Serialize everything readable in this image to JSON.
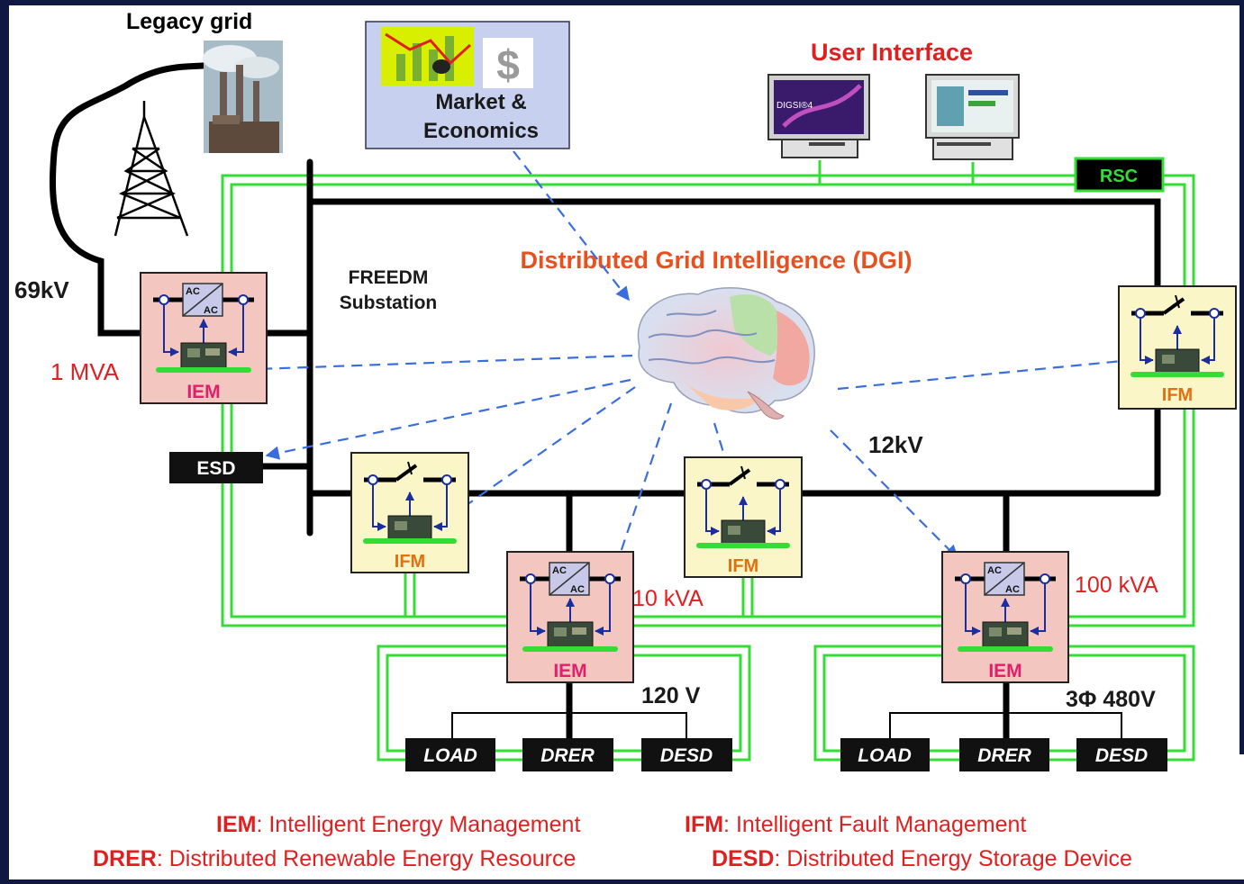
{
  "labels": {
    "legacy_grid": "Legacy grid",
    "market": [
      "Market &",
      "Economics"
    ],
    "user_interface": "User Interface",
    "rsc": "RSC",
    "dgi": "Distributed Grid Intelligence (DGI)",
    "freedm": [
      "FREEDM",
      "Substation"
    ],
    "kv69": "69kV",
    "mva1": "1 MVA",
    "esd": "ESD",
    "kv12": "12kV",
    "kva10": "10 kVA",
    "kva100": "100 kVA",
    "v120": "120 V",
    "v480": "3Φ 480V",
    "ac": "AC",
    "digsi": "DIGSI®4"
  },
  "blocks": {
    "iem": "IEM",
    "ifm": "IFM"
  },
  "device_boxes": {
    "load": "LOAD",
    "drer": "DRER",
    "desd": "DESD"
  },
  "legend": [
    {
      "abbr": "IEM",
      "text": ": Intelligent Energy Management"
    },
    {
      "abbr": "IFM",
      "text": ": Intelligent Fault Management"
    },
    {
      "abbr": "DRER",
      "text": ": Distributed Renewable Energy Resource"
    },
    {
      "abbr": "DESD",
      "text": ": Distributed Energy Storage Device"
    }
  ],
  "colors": {
    "green_bus": "#33dd33",
    "red_text": "#e02020",
    "orange_text": "#e85020",
    "iem_fill": "#f3c6c0",
    "ifm_fill": "#fbf6c8",
    "dashed_blue": "#3a6ee0",
    "background": "#ffffff",
    "frame": "#0f1840"
  }
}
